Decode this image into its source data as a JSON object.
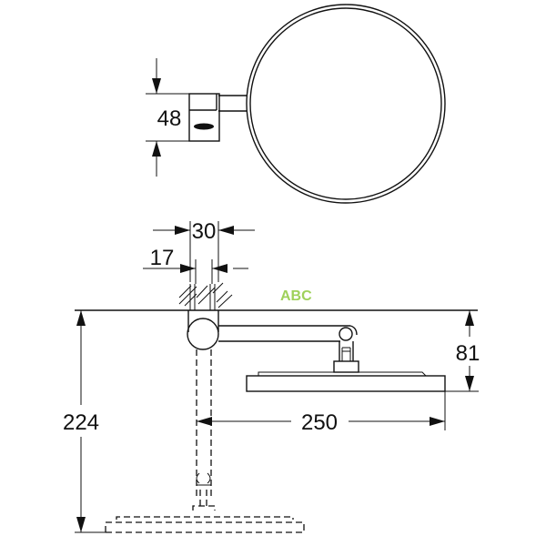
{
  "drawing": {
    "subject": "wall-mounted cosmetic mirror",
    "views": [
      "top view",
      "side view"
    ]
  },
  "dimensions": {
    "top_view_height": "48",
    "wall_plate_width": "30",
    "wall_plate_offset": "17",
    "arm_height": "81",
    "projection": "250",
    "overall_height": "224"
  },
  "watermark": {
    "text": "ABC",
    "color": "#9fd15a"
  },
  "colors": {
    "line": "#111111",
    "background": "#ffffff"
  }
}
